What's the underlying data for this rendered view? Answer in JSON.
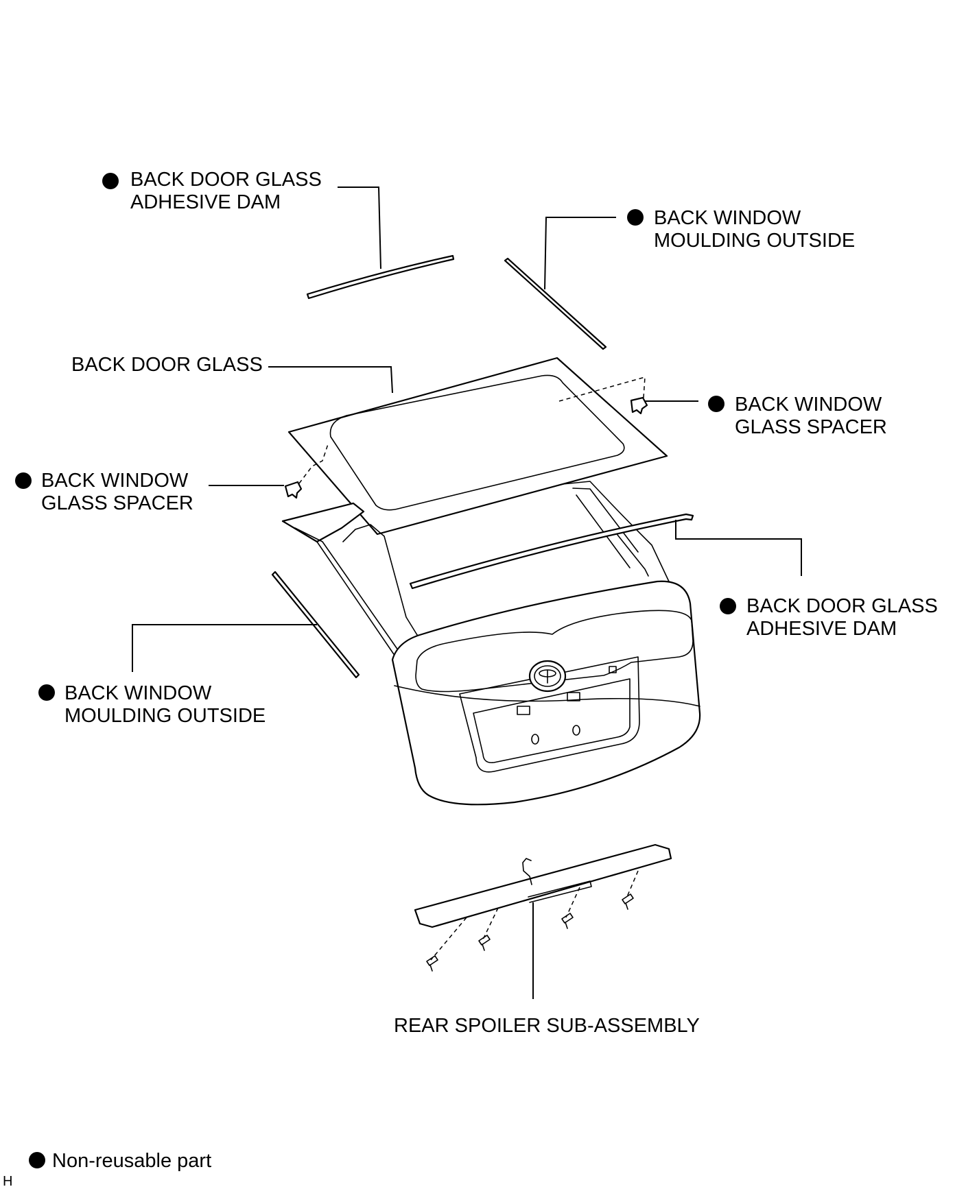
{
  "labels": {
    "adhesive_dam_top": [
      "BACK DOOR GLASS",
      "ADHESIVE DAM"
    ],
    "moulding_top": [
      "BACK WINDOW",
      "MOULDING OUTSIDE"
    ],
    "back_door_glass": "BACK DOOR GLASS",
    "spacer_right": [
      "BACK WINDOW",
      "GLASS SPACER"
    ],
    "spacer_left": [
      "BACK WINDOW",
      "GLASS SPACER"
    ],
    "adhesive_dam_right": [
      "BACK DOOR GLASS",
      "ADHESIVE DAM"
    ],
    "moulding_left": [
      "BACK WINDOW",
      "MOULDING OUTSIDE"
    ],
    "rear_spoiler": "REAR SPOILER SUB-ASSEMBLY"
  },
  "legend": {
    "text": "Non-reusable part"
  },
  "corner_mark": "H",
  "colors": {
    "ink": "#000000",
    "paper": "#ffffff"
  }
}
